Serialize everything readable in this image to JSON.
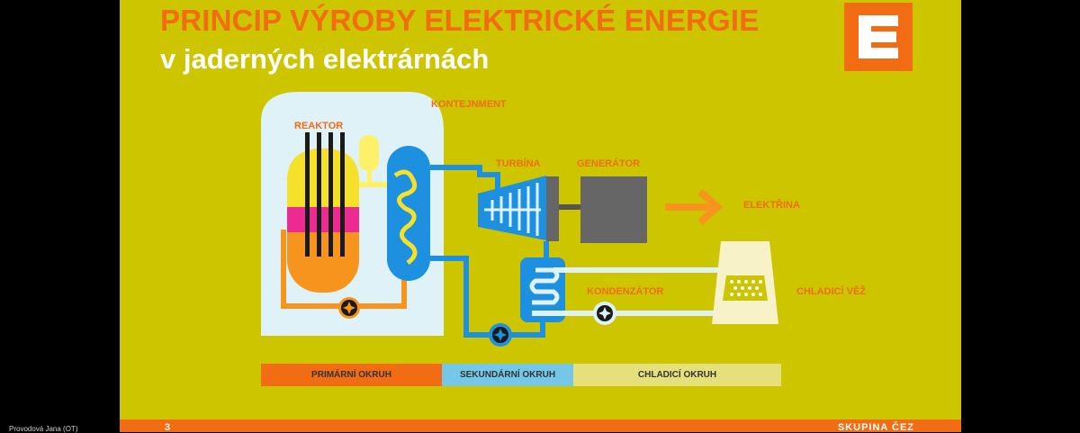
{
  "slide": {
    "title": "PRINCIP VÝROBY ELEKTRICKÉ ENERGIE",
    "subtitle": "v jaderných elektrárnách",
    "page_number": "3",
    "footer_brand": "SKUPINA ČEZ"
  },
  "labels": {
    "kontejnment": "KONTEJNMENT",
    "reaktor": "REAKTOR",
    "turbina": "TURBÍNA",
    "generator": "GENERÁTOR",
    "elektrina": "ELEKTŘINA",
    "kondenzator": "KONDENZÁTOR",
    "chladici_vez": "CHLADICÍ VĚŽ"
  },
  "legend": [
    {
      "label": "PRIMÁRNÍ OKRUH",
      "color": "#f26c13"
    },
    {
      "label": "SEKUNDÁRNÍ OKRUH",
      "color": "#74c7e6"
    },
    {
      "label": "CHLADICÍ OKRUH",
      "color": "#e6e07a"
    }
  ],
  "presenter": "Provodová Jana (OT)",
  "colors": {
    "slide_bg": "#cdc500",
    "accent_orange": "#f26c13",
    "steam_blue": "#1e90e0",
    "cooling_blue": "#dff2f8"
  }
}
